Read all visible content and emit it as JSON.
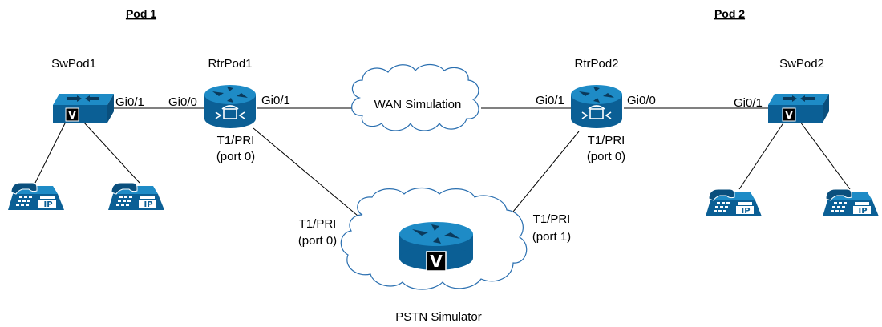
{
  "pods": {
    "pod1": "Pod 1",
    "pod2": "Pod 2"
  },
  "devices": {
    "swpod1": "SwPod1",
    "rtrpod1": "RtrPod1",
    "rtrpod2": "RtrPod2",
    "swpod2": "SwPod2",
    "wan": "WAN Simulation",
    "pstn": "PSTN Simulator"
  },
  "ports": {
    "sw1_gi01": "Gi0/1",
    "r1_gi00": "Gi0/0",
    "r1_gi01": "Gi0/1",
    "r2_gi01": "Gi0/1",
    "r2_gi00": "Gi0/0",
    "sw2_gi01": "Gi0/1",
    "r1_t1": "T1/PRI",
    "r1_t1_port": "(port 0)",
    "r2_t1": "T1/PRI",
    "r2_t1_port": "(port 0)",
    "pstn_left_t1": "T1/PRI",
    "pstn_left_port": "(port 0)",
    "pstn_right_t1": "T1/PRI",
    "pstn_right_port": "(port 1)"
  },
  "badges": {
    "voice": "V",
    "ip": "IP"
  },
  "icons": {
    "switch": "voice-switch-icon",
    "router": "voice-router-icon",
    "phone": "ip-phone-icon",
    "cloud": "cloud-icon"
  },
  "colors": {
    "device": "#1e8bc6",
    "device_dark": "#0b5f95",
    "cloud_outline": "#2a6fb0"
  }
}
